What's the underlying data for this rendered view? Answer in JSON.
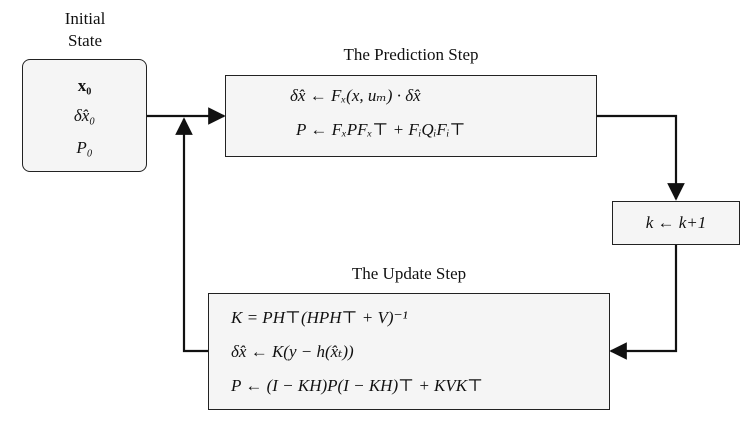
{
  "initial": {
    "title_line1": "Initial",
    "title_line2": "State",
    "x0": "x₀",
    "dx0": "δx̂₀",
    "p0": "P₀"
  },
  "prediction": {
    "title": "The Prediction Step",
    "eq1": "δx̂ ← Fₓ(x, uₘ) · δx̂",
    "eq2": "P ← FₓPFₓ⊤ + FᵢQᵢFᵢ⊤"
  },
  "increment": {
    "eq": "k ← k+1"
  },
  "update": {
    "title": "The Update Step",
    "eq1": "K = PH⊤(HPH⊤ + V)⁻¹",
    "eq2": "δx̂ ← K(y − h(x̂ₜ))",
    "eq3": "P ← (I − KH)P(I − KH)⊤ + KVK⊤"
  }
}
